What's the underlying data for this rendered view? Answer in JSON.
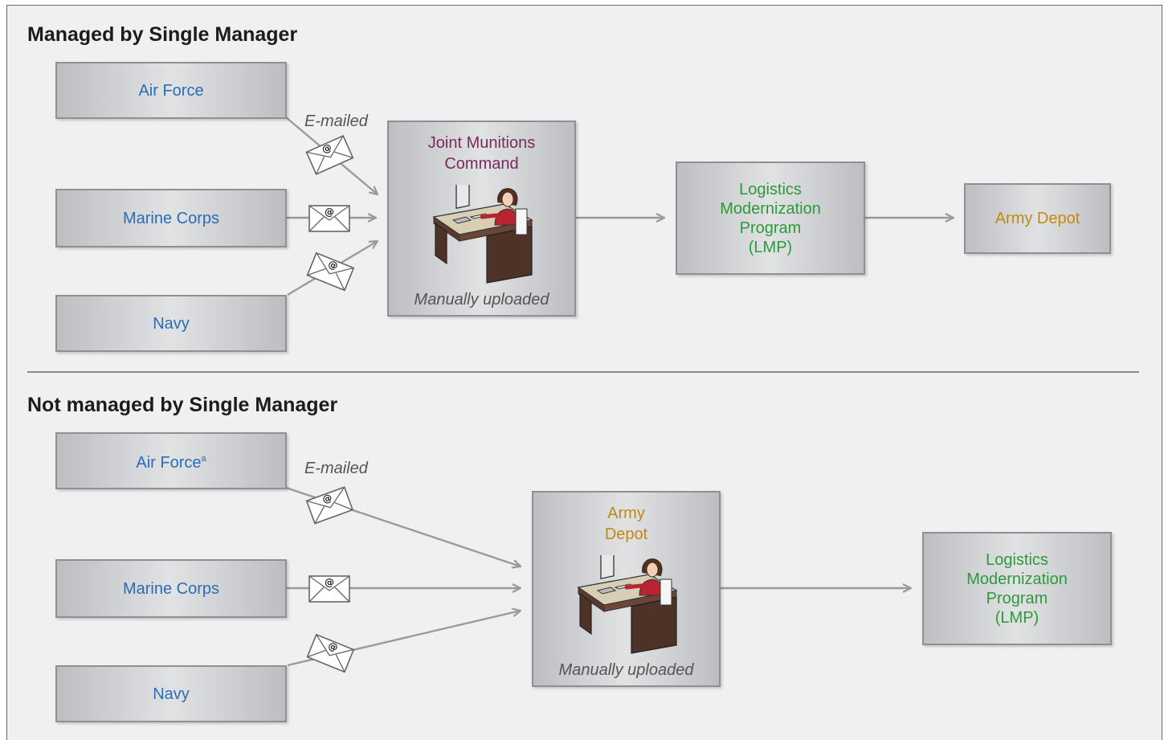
{
  "top_section": {
    "title": "Managed by Single Manager",
    "sources": [
      {
        "label": "Air Force",
        "footnote": ""
      },
      {
        "label": "Marine Corps",
        "footnote": ""
      },
      {
        "label": "Navy",
        "footnote": ""
      }
    ],
    "channel_label": "E-mailed",
    "hub": {
      "title_line1": "Joint Munitions",
      "title_line2": "Command",
      "caption": "Manually uploaded"
    },
    "system": {
      "line1": "Logistics",
      "line2": "Modernization",
      "line3": "Program",
      "line4": "(LMP)"
    },
    "destination": {
      "label": "Army Depot"
    }
  },
  "bottom_section": {
    "title": "Not managed by Single Manager",
    "sources": [
      {
        "label": "Air Force",
        "footnote": "a"
      },
      {
        "label": "Marine Corps",
        "footnote": ""
      },
      {
        "label": "Navy",
        "footnote": ""
      }
    ],
    "channel_label": "E-mailed",
    "hub": {
      "title_line1": "Army",
      "title_line2": "Depot",
      "caption": "Manually uploaded"
    },
    "system": {
      "line1": "Logistics",
      "line2": "Modernization",
      "line3": "Program",
      "line4": "(LMP)"
    }
  },
  "icons": {
    "envelope": "email-envelope-icon",
    "worker": "person-at-desk-icon",
    "symbol": "@"
  },
  "colors": {
    "source_text": "#2b6cb5",
    "jmc_text": "#7b2a5e",
    "lmp_text": "#2d9a3a",
    "depot_text": "#c08a12",
    "arrow": "#9a9a9a"
  }
}
